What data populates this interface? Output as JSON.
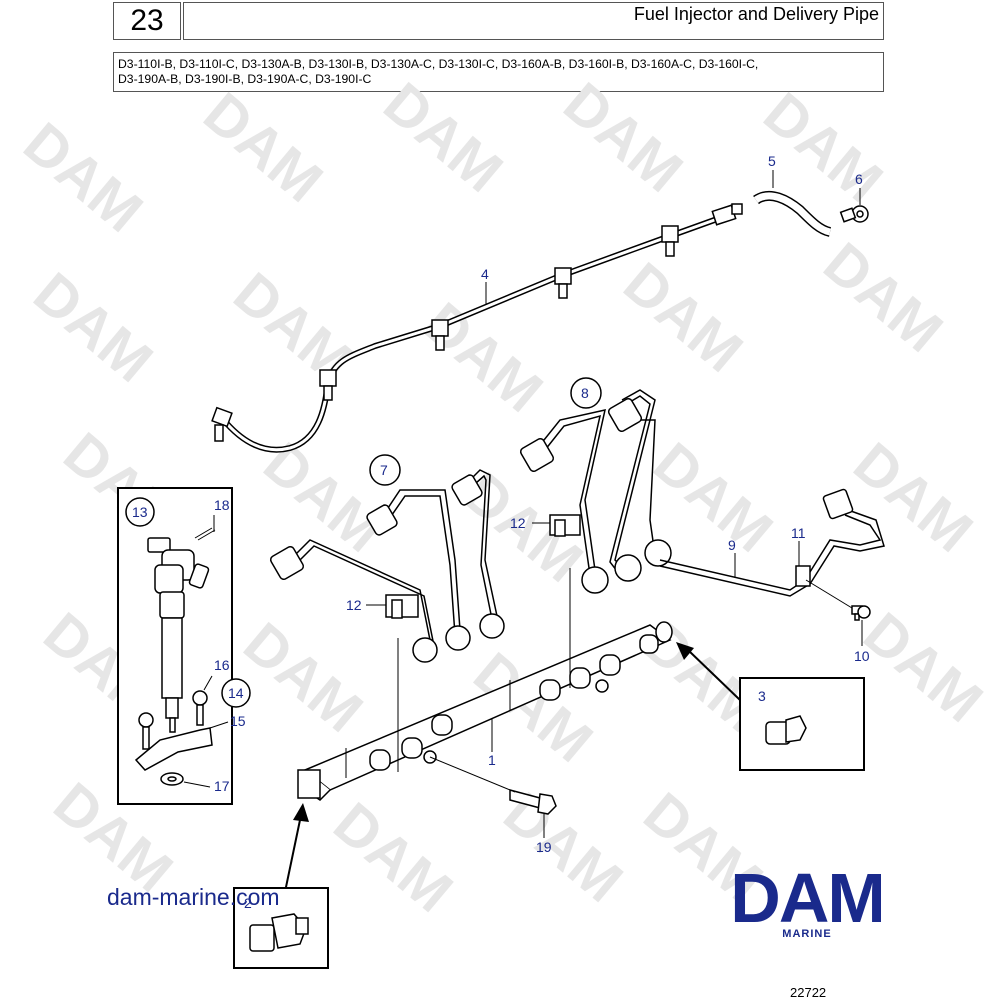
{
  "header": {
    "section_number": "23",
    "title": "Fuel Injector and Delivery Pipe",
    "models_line1": "D3-110I-B, D3-110I-C, D3-130A-B, D3-130I-B, D3-130A-C, D3-130I-C, D3-160A-B, D3-160I-B, D3-160A-C, D3-160I-C,",
    "models_line2": "D3-190A-B, D3-190I-B, D3-190A-C, D3-190I-C"
  },
  "callouts": {
    "c1": "1",
    "c2": "2",
    "c3": "3",
    "c4": "4",
    "c5": "5",
    "c6": "6",
    "c7": "7",
    "c8": "8",
    "c9": "9",
    "c10": "10",
    "c11": "11",
    "c12a": "12",
    "c12b": "12",
    "c13": "13",
    "c14": "14",
    "c15": "15",
    "c16": "16",
    "c17": "17",
    "c18": "18",
    "c19": "19"
  },
  "watermark": "DAM",
  "footer": {
    "website": "dam-marine.com",
    "logo_text": "DAM",
    "logo_subtext": "MARINE",
    "reference_number": "22722"
  },
  "colors": {
    "callout_text": "#1a2a8c",
    "logo": "#1a2a8c",
    "line_art": "#000000",
    "watermark": "#e6e6e6"
  }
}
